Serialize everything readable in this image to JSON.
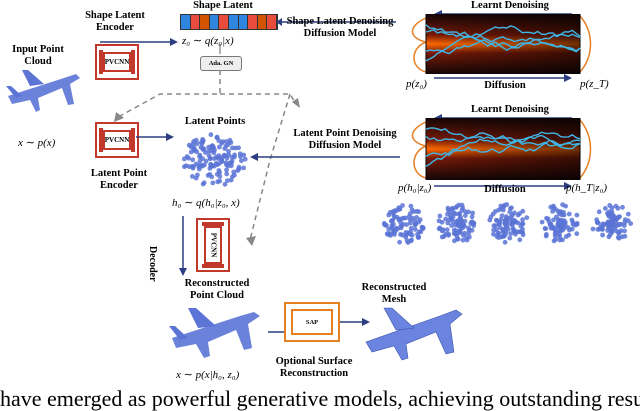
{
  "labels": {
    "input_point_cloud": "Input Point Cloud",
    "input_math": "x ∼ p(x)",
    "shape_latent_encoder": "Shape Latent Encoder",
    "shape_latent": "Shape Latent",
    "shape_latent_math": "z₀ ∼ q(z₀|x)",
    "ada_gn": "Ada. GN",
    "shape_latent_ddm": "Shape Latent Denoising Diffusion Model",
    "learnt_denoising_top": "Learnt Denoising",
    "diffusion_top": "Diffusion",
    "pz0": "p(z₀)",
    "pzT": "p(z_T)",
    "latent_points": "Latent Points",
    "latent_point_encoder": "Latent Point Encoder",
    "latent_points_math": "h₀ ∼ q(h₀|z₀, x)",
    "latent_point_ddm": "Latent Point Denoising Diffusion Model",
    "learnt_denoising_bottom": "Learnt Denoising",
    "diffusion_bottom": "Diffusion",
    "ph0": "p(h₀|z₀)",
    "phT": "p(h_T|z₀)",
    "decoder": "Decoder",
    "reconstructed_point_cloud": "Reconstructed Point Cloud",
    "reconstructed_math": "x ∼ p(x|h₀, z₀)",
    "reconstructed_mesh": "Reconstructed Mesh",
    "optional_surface": "Optional Surface Reconstruction",
    "pvcnn": "PVCNN",
    "sap": "SAP",
    "footer": "have emerged as powerful generative models, achieving outstanding resul"
  },
  "colors": {
    "pvcnn": "#c0392b",
    "sap": "#e67e22",
    "arrow": "#2c3e7f",
    "points": "#5b74d6",
    "latent_vector": [
      "#2e86de",
      "#e74c3c",
      "#d35400",
      "#2e86de",
      "#e74c3c",
      "#2e86de",
      "#2e86de",
      "#e74c3c",
      "#d35400",
      "#e74c3c"
    ],
    "heat_dark": "#1a0a0a",
    "heat_bright": "#ff6a00",
    "trajectory": "#3fb6e8"
  },
  "icons": [
    "airplane-point-cloud",
    "latent-point-blob",
    "airplane-mesh",
    "noise-blob"
  ]
}
